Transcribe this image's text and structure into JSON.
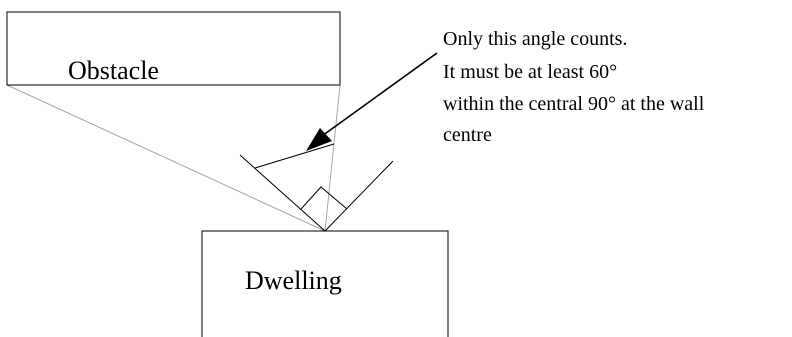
{
  "diagram": {
    "obstacle_label": "Obstacle",
    "dwelling_label": "Dwelling",
    "annotation_lines": [
      "Only this angle counts.",
      "It must be at least 60°",
      "within the central 90° at the wall",
      "centre"
    ],
    "angle_min_degrees": 60,
    "central_zone_degrees": 90
  },
  "colors": {
    "stroke": "#000000",
    "sight_line": "#a6a6a6",
    "background": "#ffffff"
  }
}
